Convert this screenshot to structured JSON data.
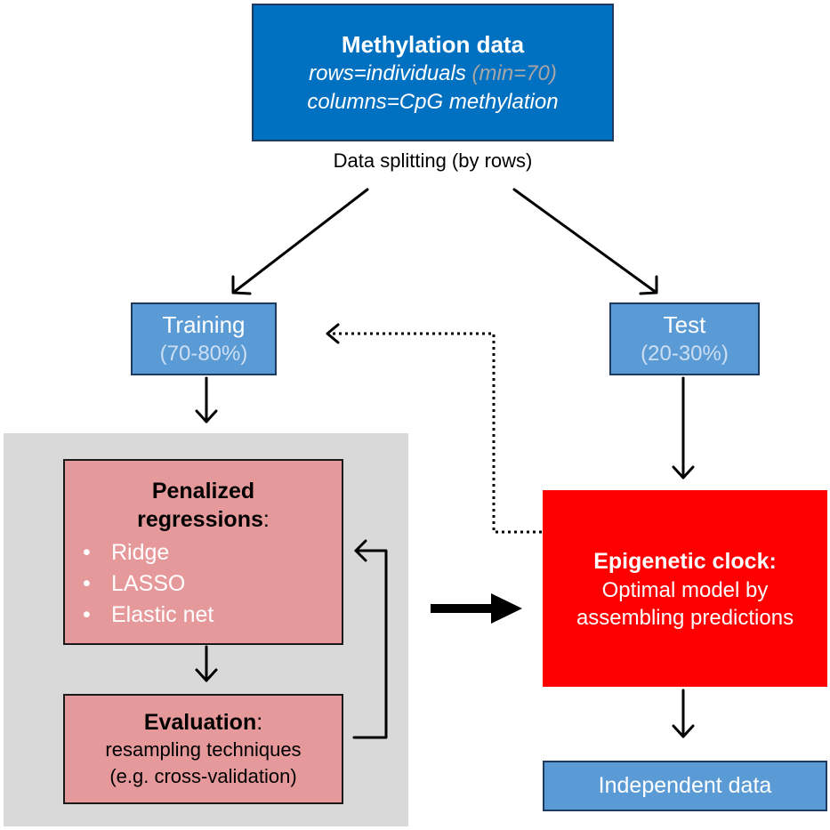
{
  "methylation": {
    "title": "Methylation data",
    "line1_main": "rows=individuals",
    "line1_muted": "(min=70)",
    "line2": "columns=CpG methylation"
  },
  "splitting_label": "Data splitting  (by rows)",
  "training": {
    "title": "Training",
    "subtitle": "(70-80%)"
  },
  "test": {
    "title": "Test",
    "subtitle": "(20-30%)"
  },
  "penalized": {
    "title_line1": "Penalized",
    "title_line2": "regressions",
    "colon": ":",
    "bullet_char": "•",
    "items": [
      "Ridge",
      "LASSO",
      "Elastic net"
    ]
  },
  "evaluation": {
    "title": "Evaluation",
    "colon": ":",
    "line1": "resampling techniques",
    "line2": "(e.g. cross-validation)"
  },
  "clock": {
    "title": "Epigenetic clock:",
    "line1": "Optimal model by",
    "line2": "assembling predictions"
  },
  "independent": {
    "label": "Independent data"
  },
  "colors": {
    "dark_blue": "#0070c0",
    "light_blue": "#5b9bd5",
    "pink": "#e6999b",
    "red": "#ff0000",
    "grey_panel": "#d9d9d9"
  }
}
